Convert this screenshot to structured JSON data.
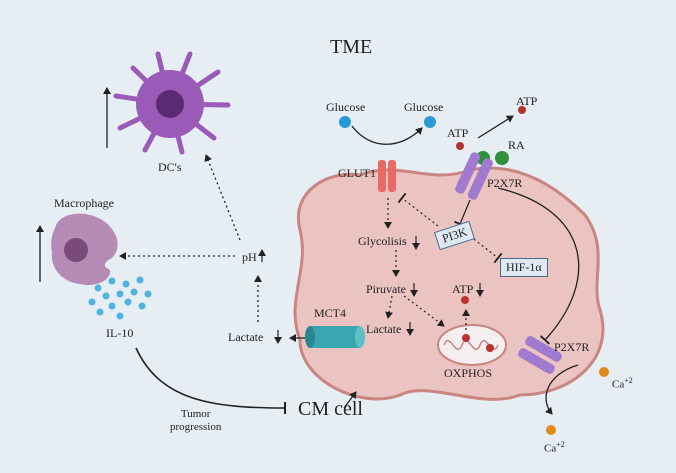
{
  "title": "TME",
  "cells": {
    "dc": "DC's",
    "macrophage": "Macrophage",
    "cm_cell": "CM cell"
  },
  "labels": {
    "glucose_outside": "Glucose",
    "glucose_inside": "Glucose",
    "atp_top": "ATP",
    "atp_receptor": "ATP",
    "ra": "RA",
    "p2x7r_top": "P2X7R",
    "p2x7r_bottom": "P2X7R",
    "glut1": "GLUT1",
    "glycolysis": "Glycolisis",
    "pi3k": "PI3K",
    "hif": "HIF-1α",
    "piruvate": "Piruvate",
    "atp_mito": "ATP",
    "lactate_inside": "Lactate",
    "oxphos": "OXPHOS",
    "mct4": "MCT4",
    "lactate_outside": "Lactate",
    "ph": "pH",
    "il10": "IL-10",
    "tumor_progression": "Tumor\nprogression",
    "ca_base_1": "Ca",
    "ca_sup_1": "+2",
    "ca_base_2": "Ca",
    "ca_sup_2": "+2"
  },
  "colors": {
    "background": "#e6edf3",
    "cell_fill": "#ebc3c1",
    "cell_stroke": "#c98580",
    "glucose": "#2a9bd6",
    "atp": "#b83232",
    "ra": "#2f8f3a",
    "receptor": "#a07ad0",
    "glut": "#e86a66",
    "mct4": "#3aa7b0",
    "dc": "#9a5ab8",
    "macrophage": "#b58ab5",
    "calcium": "#e08a1a",
    "il10_dots": "#4fb3e0"
  }
}
